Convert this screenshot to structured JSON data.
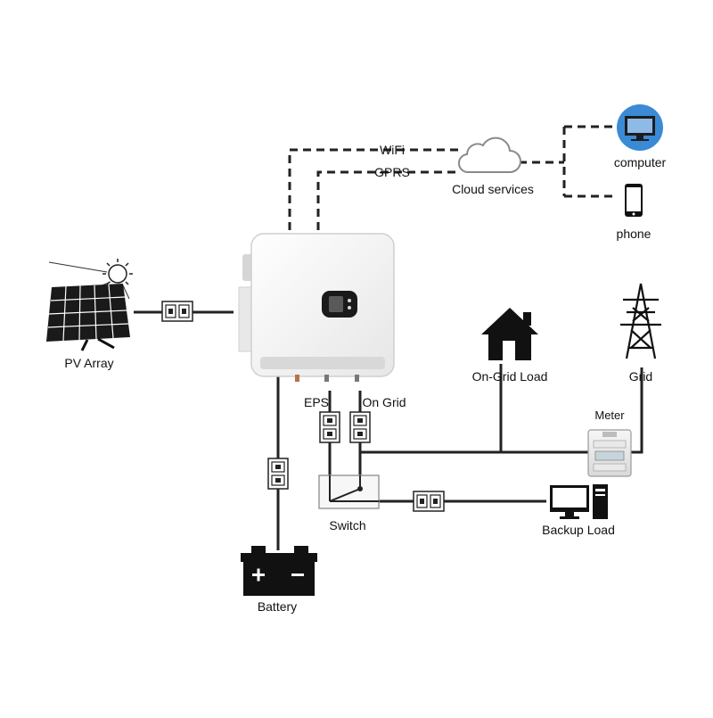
{
  "labels": {
    "wifi": "WiFi",
    "gprs": "GPRS",
    "cloud": "Cloud services",
    "computer": "computer",
    "phone": "phone",
    "pv_array": "PV Array",
    "on_grid_load": "On-Grid Load",
    "grid": "Grid",
    "eps": "EPS",
    "on_grid": "On Grid",
    "meter": "Meter",
    "switch": "Switch",
    "backup_load": "Backup Load",
    "battery": "Battery"
  },
  "colors": {
    "line": "#222222",
    "inverter_body": "#f4f4f4",
    "screen": "#1a1a1a",
    "monitor_blue": "#2f7fd0",
    "icon_black": "#111111"
  },
  "icons": {
    "cloud": "cloud-icon",
    "computer": "computer-monitor-icon",
    "phone": "smartphone-icon",
    "pv": "solar-panel-icon",
    "sun": "sun-icon",
    "house": "house-icon",
    "tower": "transmission-tower-icon",
    "meter": "energy-meter-icon",
    "breaker": "circuit-breaker-icon",
    "switch": "transfer-switch-icon",
    "desktop": "desktop-pc-icon",
    "battery": "battery-icon",
    "inverter": "inverter-icon"
  }
}
